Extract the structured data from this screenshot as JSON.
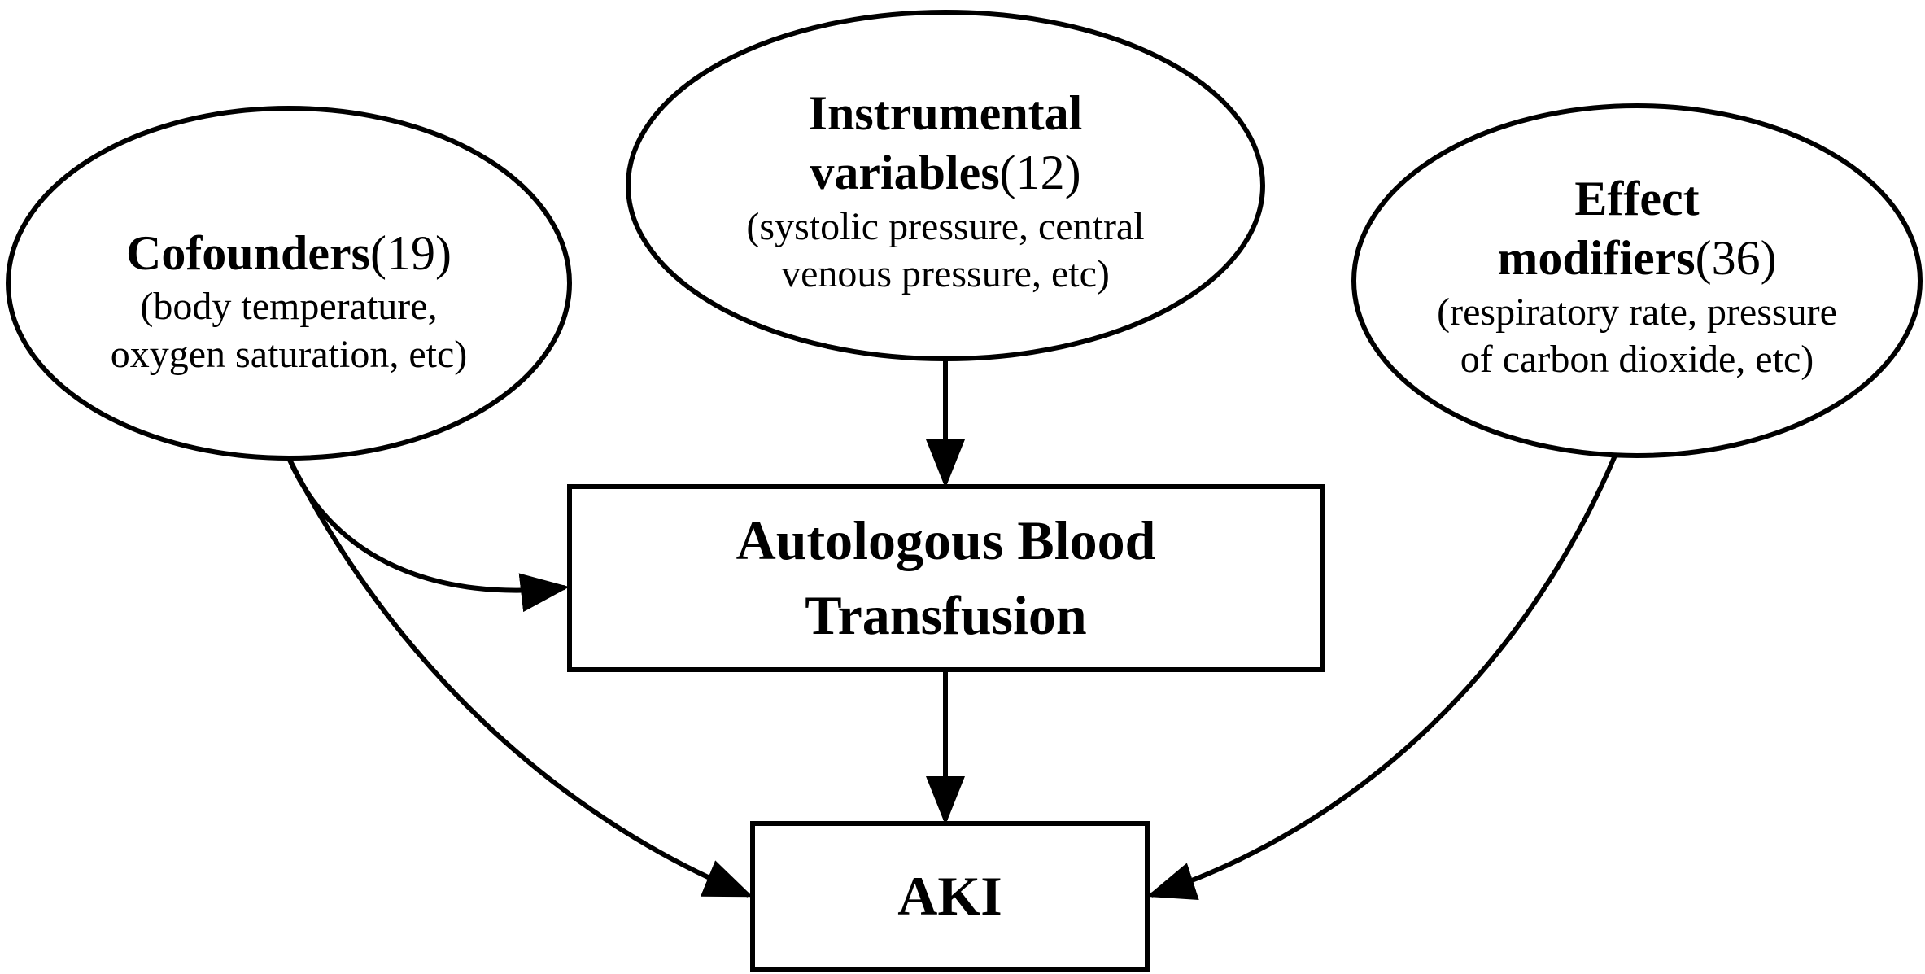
{
  "nodes": {
    "confounders": {
      "title": "Cofounders",
      "count": "(19)",
      "detail_line1": "(body temperature,",
      "detail_line2": "oxygen saturation, etc)"
    },
    "instrumental": {
      "title_line1": "Instrumental",
      "title_line2": "variables",
      "count": "(12)",
      "detail_line1": "(systolic pressure, central",
      "detail_line2": "venous pressure, etc)"
    },
    "modifiers": {
      "title_line1": "Effect",
      "title_line2": "modifiers",
      "count": "(36)",
      "detail_line1": "(respiratory rate, pressure",
      "detail_line2": "of carbon dioxide, etc)"
    },
    "treatment": {
      "line1": "Autologous Blood",
      "line2": "Transfusion"
    },
    "outcome": {
      "label": "AKI"
    }
  },
  "edges": [
    {
      "from": "instrumental",
      "to": "treatment"
    },
    {
      "from": "confounders",
      "to": "treatment"
    },
    {
      "from": "confounders",
      "to": "outcome"
    },
    {
      "from": "treatment",
      "to": "outcome"
    },
    {
      "from": "modifiers",
      "to": "outcome"
    }
  ],
  "colors": {
    "stroke": "#000000",
    "background": "#ffffff"
  }
}
